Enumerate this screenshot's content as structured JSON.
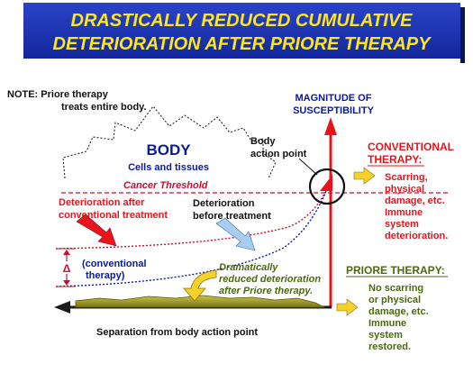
{
  "title": {
    "line1": "DRASTICALLY REDUCED CUMULATIVE",
    "line2": "DETERIORATION AFTER PRIORE THERAPY"
  },
  "note": {
    "line1": "NOTE: Priore therapy",
    "line2": "treats entire body."
  },
  "body_cloud": {
    "heading": "BODY",
    "subtext": "Cells and tissues"
  },
  "axis": {
    "y_label_line1": "MAGNITUDE OF",
    "y_label_line2": "SUSCEPTIBILITY",
    "x_label": "Separation from body action point"
  },
  "labels": {
    "action_point_line1": "Body",
    "action_point_line2": "action point",
    "cancer_threshold": "Cancer Threshold",
    "after_conventional_line1": "Deterioration after",
    "after_conventional_line2": "conventional treatment",
    "before_treatment_line1": "Deterioration",
    "before_treatment_line2": "before treatment",
    "delta_symbol": "Δ",
    "delta_line1": "(conventional",
    "delta_line2": "therapy)",
    "priore_reduced_line1": "Dramatically",
    "priore_reduced_line2": "reduced deterioration",
    "priore_reduced_line3": "after Priore therapy."
  },
  "conventional_box": {
    "title_line1": "CONVENTIONAL",
    "title_line2": "THERAPY:",
    "lines": [
      "Scarring,",
      "physical",
      "damage, etc.",
      "Immune",
      "system",
      "deterioration."
    ]
  },
  "priore_box": {
    "title": "PRIORE THERAPY:",
    "lines": [
      "No scarring",
      "or physical",
      "damage, etc.",
      "Immune",
      "system",
      "restored."
    ]
  },
  "colors": {
    "title_bg": "#1630a8",
    "title_text": "#ffe61a",
    "red": "#e8141c",
    "dark_red": "#c8102e",
    "blue": "#0a1a9c",
    "olive": "#6b6b10",
    "green_text": "#4a6a10",
    "yellow_arrow": "#f5d22a",
    "light_blue_arrow": "#a8cdf0"
  }
}
